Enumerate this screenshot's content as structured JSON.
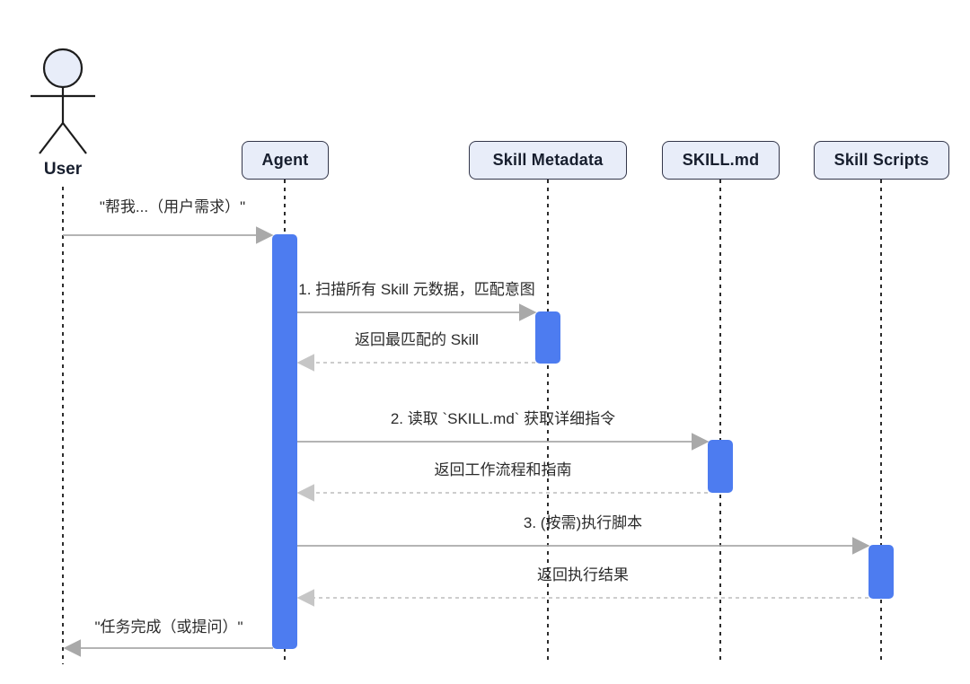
{
  "diagram": {
    "type": "sequence-diagram",
    "participants": [
      {
        "name": "User",
        "kind": "actor"
      },
      {
        "name": "Agent",
        "kind": "participant"
      },
      {
        "name": "Skill Metadata",
        "kind": "participant"
      },
      {
        "name": "SKILL.md",
        "kind": "participant"
      },
      {
        "name": "Skill Scripts",
        "kind": "participant"
      }
    ],
    "messages": [
      {
        "from": "User",
        "to": "Agent",
        "label": "\"帮我...（用户需求）\"",
        "style": "solid"
      },
      {
        "from": "Agent",
        "to": "Skill Metadata",
        "label": "1. 扫描所有 Skill 元数据，匹配意图",
        "style": "solid"
      },
      {
        "from": "Skill Metadata",
        "to": "Agent",
        "label": "返回最匹配的 Skill",
        "style": "dashed"
      },
      {
        "from": "Agent",
        "to": "SKILL.md",
        "label": "2. 读取 `SKILL.md` 获取详细指令",
        "style": "solid"
      },
      {
        "from": "SKILL.md",
        "to": "Agent",
        "label": "返回工作流程和指南",
        "style": "dashed"
      },
      {
        "from": "Agent",
        "to": "Skill Scripts",
        "label": "3. (按需)执行脚本",
        "style": "solid"
      },
      {
        "from": "Skill Scripts",
        "to": "Agent",
        "label": "返回执行结果",
        "style": "dashed"
      },
      {
        "from": "Agent",
        "to": "User",
        "label": "\"任务完成（或提问）\"",
        "style": "solid"
      }
    ],
    "colors": {
      "activation": "#4d7cf0",
      "participant_fill": "#e8edf9",
      "participant_border": "#33364a",
      "arrow": "#a9a9a9",
      "return_arrow": "#c6c6c6",
      "lifeline": "#161616",
      "text": "#2b2b2b",
      "label_text": "#171e2e"
    }
  }
}
